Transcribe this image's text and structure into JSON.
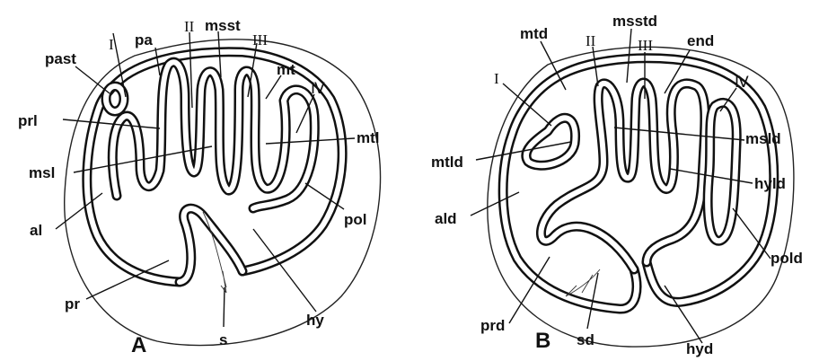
{
  "panel_a": {
    "panel_label": "A",
    "labels": {
      "past": "past",
      "pa": "pa",
      "I": "I",
      "II": "II",
      "msst": "msst",
      "III": "III",
      "mt": "mt",
      "IV": "Ⅳ",
      "prl": "prl",
      "msl": "msl",
      "mtl": "mtl",
      "al": "al",
      "pol": "pol",
      "pr": "pr",
      "hy": "hy",
      "s": "s"
    }
  },
  "panel_b": {
    "panel_label": "B",
    "labels": {
      "mtd": "mtd",
      "II": "II",
      "msstd": "msstd",
      "III": "III",
      "end": "end",
      "I": "I",
      "IV": "Ⅳ",
      "msld": "msld",
      "mtld": "mtld",
      "hyld": "hyld",
      "ald": "ald",
      "pold": "pold",
      "prd": "prd",
      "sd": "sd",
      "hyd": "hyd"
    }
  }
}
